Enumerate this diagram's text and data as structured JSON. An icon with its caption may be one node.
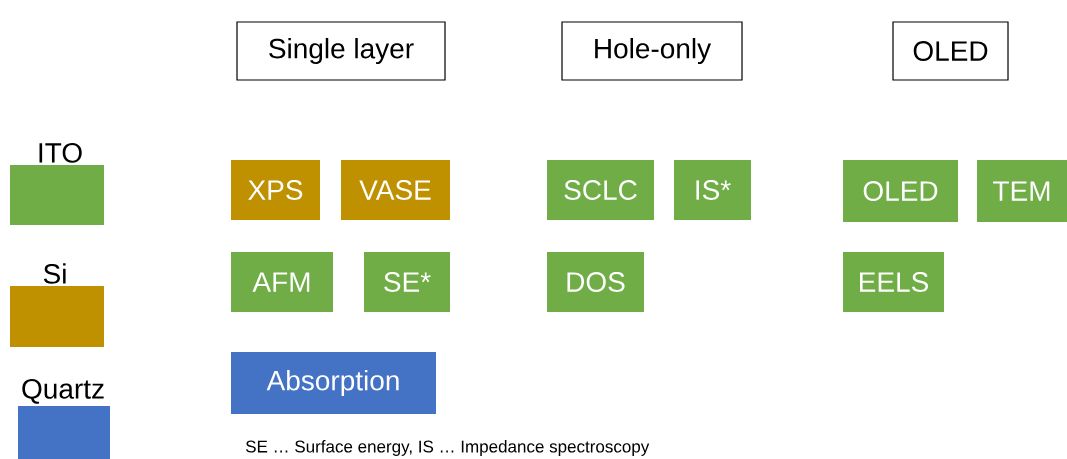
{
  "diagram": {
    "nodes": [
      {
        "text": [
          "Single layer"
        ]
      },
      {
        "text": [
          "Hole-only"
        ]
      },
      {
        "text": [
          "OLED"
        ]
      },
      {
        "text": [
          "XPS"
        ]
      },
      {
        "text": [
          "VASE"
        ]
      },
      {
        "text": [
          "SCLC"
        ]
      },
      {
        "text": [
          "IS*"
        ]
      },
      {
        "text": [
          "OLED"
        ]
      },
      {
        "text": [
          "TEM"
        ]
      },
      {
        "text": [
          "AFM"
        ]
      },
      {
        "text": [
          "SE*"
        ]
      },
      {
        "text": [
          "DOS"
        ]
      },
      {
        "text": [
          "EELS"
        ]
      },
      {
        "text": [
          "Absorption"
        ]
      }
    ],
    "labels": [
      "SE … Surface energy, IS … Impedance spectroscopy"
    ],
    "legend": [
      {
        "text": "ITO",
        "color": "#70ad47"
      },
      {
        "text": "Si",
        "color": "#bf9000"
      },
      {
        "text": "Quartz",
        "color": "#4472c4"
      }
    ]
  }
}
